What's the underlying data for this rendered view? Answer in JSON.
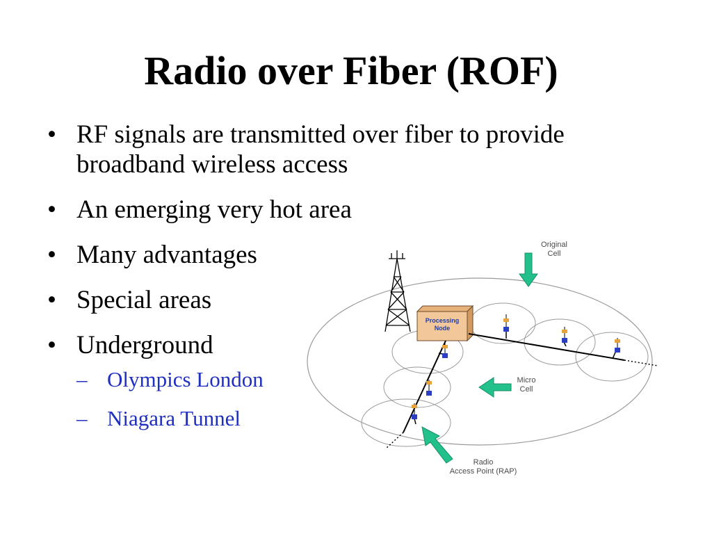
{
  "slide": {
    "title": "Radio over Fiber (ROF)"
  },
  "bullets": [
    "RF signals are transmitted over fiber to provide broadband wireless access",
    "An emerging very hot area",
    "Many advantages",
    "Special areas",
    "Underground"
  ],
  "sub_bullets": [
    "Olympics London",
    "Niagara Tunnel"
  ],
  "diagram": {
    "original_cell_label": [
      "Original",
      "Cell"
    ],
    "processing_node_label": [
      "Processing",
      "Node"
    ],
    "micro_cell_label": [
      "Micro",
      "Cell"
    ],
    "rap_label": [
      "Radio",
      "Access Point (RAP)"
    ],
    "colors": {
      "arrow": "#22c08a",
      "rap": "#2b3fc4",
      "node_fill": "#f2c89a",
      "fiber": "#000000"
    }
  },
  "symbols": {
    "bullet": "•",
    "dash": "–"
  }
}
